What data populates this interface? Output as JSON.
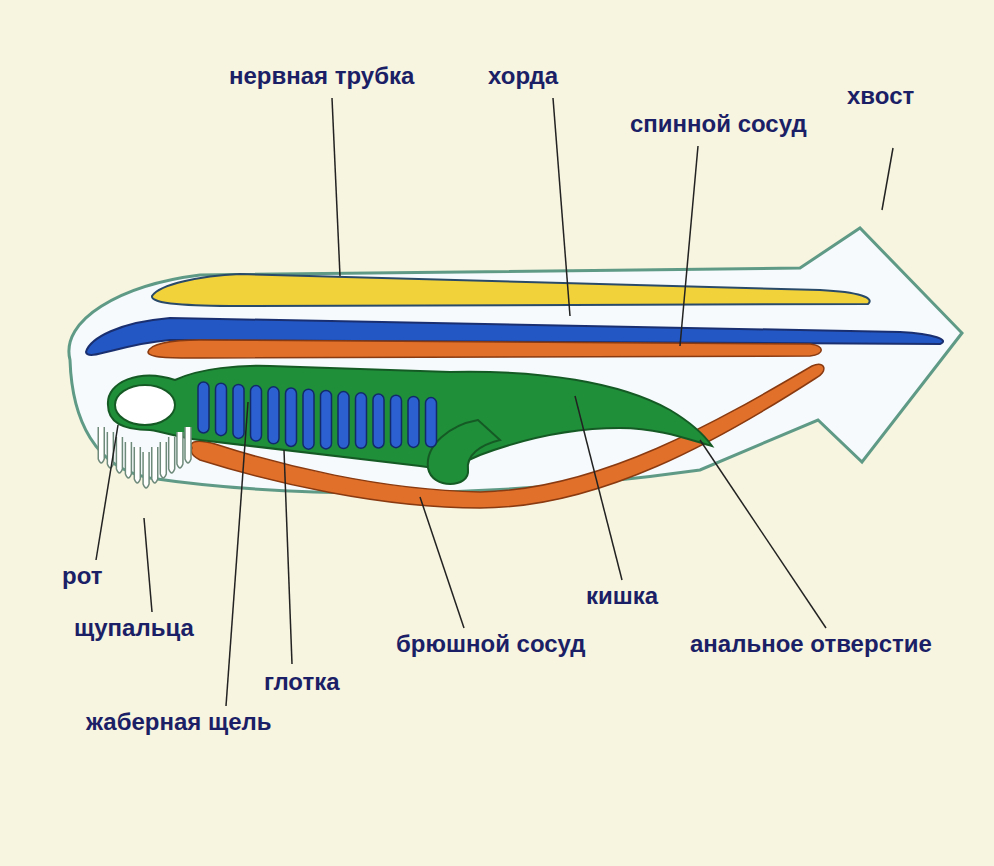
{
  "diagram": {
    "labels": [
      "нервная трубка",
      "хорда",
      "спинной сосуд",
      "хвост",
      "рот",
      "щупальца",
      "глотка",
      "жаберная щель",
      "брюшной сосуд",
      "кишка",
      "анальное отверстие"
    ]
  }
}
